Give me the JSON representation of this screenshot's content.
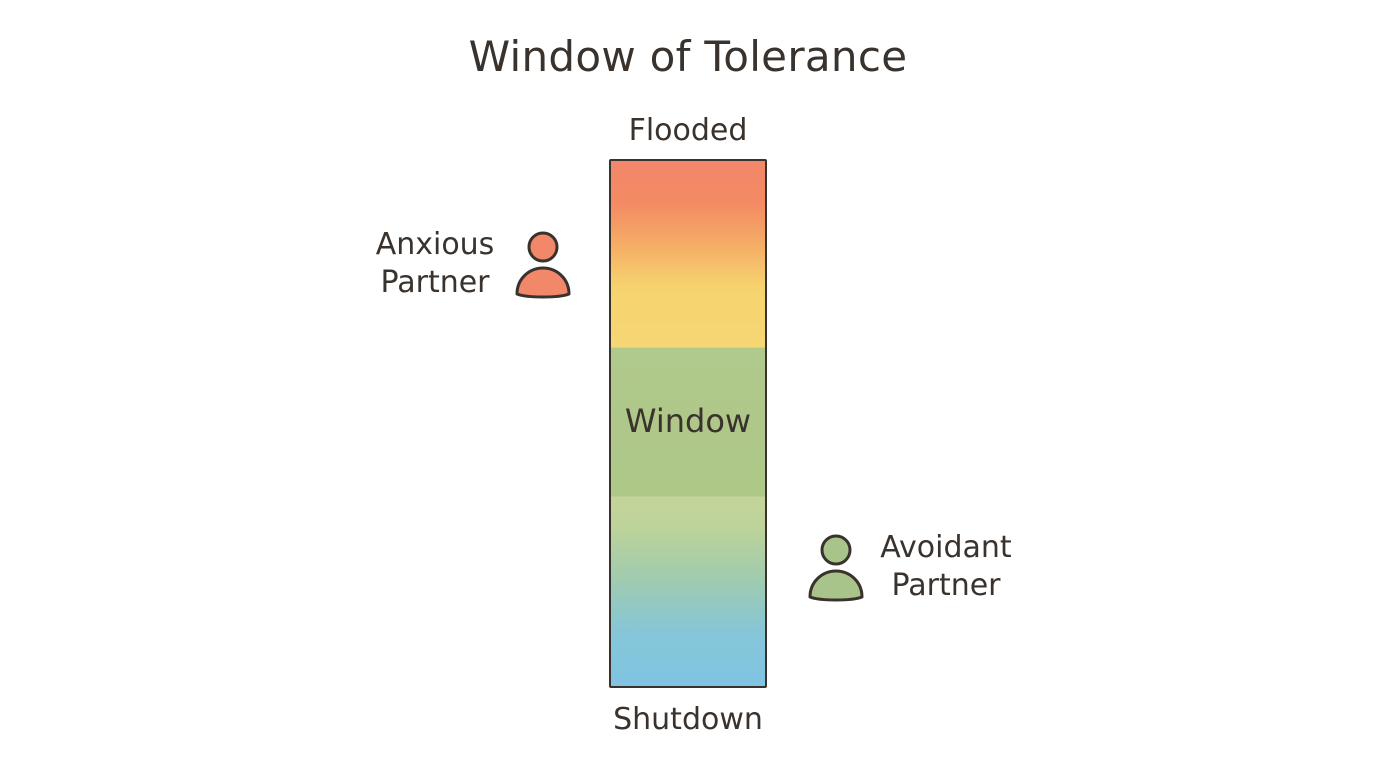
{
  "diagram": {
    "title": "Window of Tolerance",
    "top_label": "Flooded",
    "middle_label": "Window",
    "bottom_label": "Shutdown",
    "anxious": {
      "line1": "Anxious",
      "line2": "Partner",
      "color": "#f2876a"
    },
    "avoidant": {
      "line1": "Avoidant",
      "line2": "Partner",
      "color": "#a9c48a"
    },
    "icons": {
      "anxious": "person-icon",
      "avoidant": "person-icon"
    },
    "colors": {
      "top": "#f2876a",
      "upper_middle": "#f6d773",
      "window": "#aec888",
      "bottom": "#7fc4e2",
      "outline": "#3a332d"
    }
  }
}
